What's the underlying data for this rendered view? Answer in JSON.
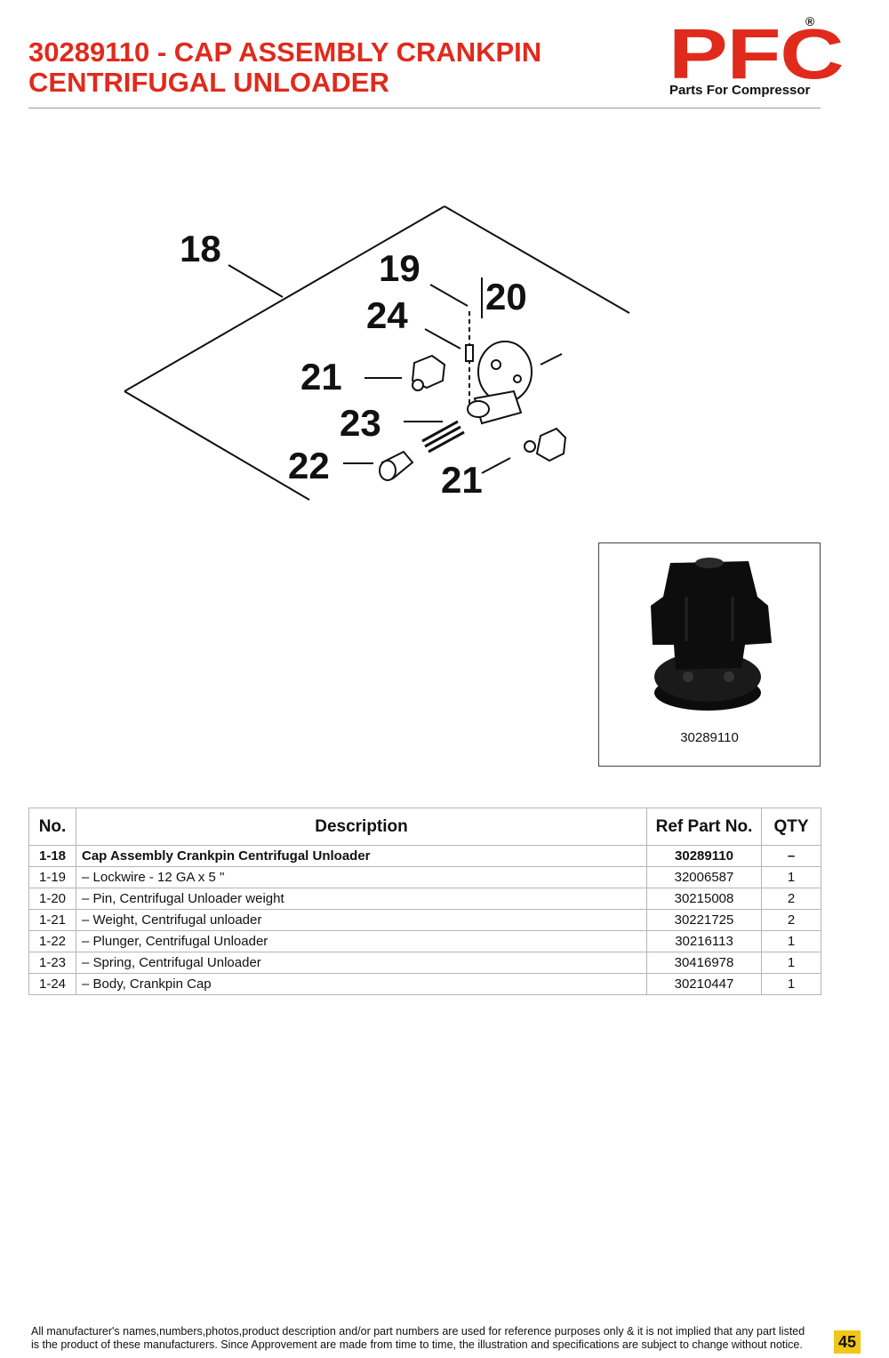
{
  "header": {
    "title_line1": "30289110 - CAP ASSEMBLY CRANKPIN",
    "title_line2": "CENTRIFUGAL UNLOADER"
  },
  "logo": {
    "letters": "PFC",
    "registered": "®",
    "tagline": "Parts For Compressor",
    "brand_color": "#e02a1c"
  },
  "diagram": {
    "callouts": [
      "18",
      "19",
      "20",
      "24",
      "21",
      "23",
      "22",
      "21"
    ]
  },
  "photo": {
    "caption": "30289110"
  },
  "table": {
    "headers": {
      "no": "No.",
      "description": "Description",
      "ref": "Ref Part No.",
      "qty": "QTY"
    },
    "rows": [
      {
        "no": "1-18",
        "description": "Cap Assembly Crankpin Centrifugal Unloader",
        "ref": "30289110",
        "qty": "–"
      },
      {
        "no": "1-19",
        "description": "– Lockwire - 12 GA x 5 \"",
        "ref": "32006587",
        "qty": "1"
      },
      {
        "no": "1-20",
        "description": "– Pin, Centrifugal Unloader weight",
        "ref": "30215008",
        "qty": "2"
      },
      {
        "no": "1-21",
        "description": "– Weight, Centrifugal unloader",
        "ref": "30221725",
        "qty": "2"
      },
      {
        "no": "1-22",
        "description": "– Plunger, Centrifugal Unloader",
        "ref": "30216113",
        "qty": "1"
      },
      {
        "no": "1-23",
        "description": "– Spring, Centrifugal Unloader",
        "ref": "30416978",
        "qty": "1"
      },
      {
        "no": "1-24",
        "description": "– Body, Crankpin Cap",
        "ref": "30210447",
        "qty": "1"
      }
    ]
  },
  "footer": {
    "line1": "All manufacturer's names,numbers,photos,product description and/or part numbers are used for reference purposes only & it is not implied that any part listed",
    "line2": "is the product of these manufacturers.  Since Approvement are made from time to time,  the illustration and specifications are subject to change without notice.",
    "page_number": "45"
  }
}
